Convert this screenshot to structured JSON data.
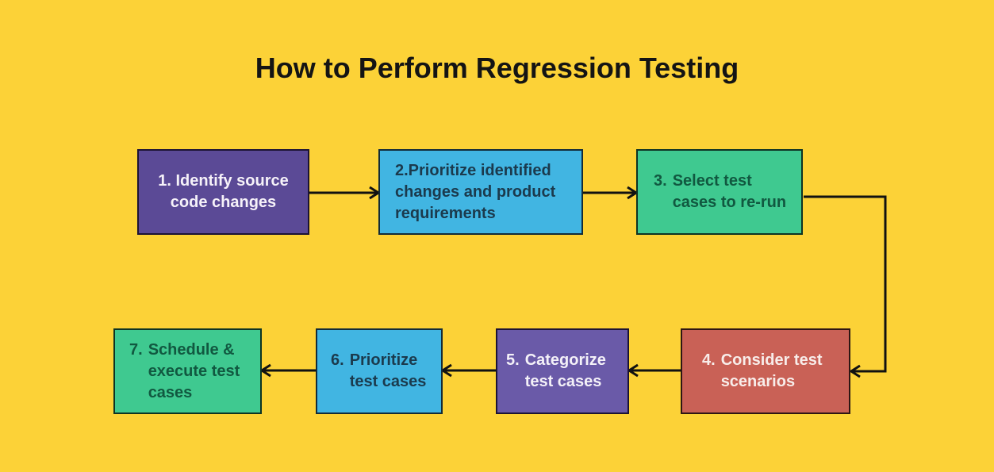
{
  "title": "How to Perform Regression Testing",
  "title_color": "#141414",
  "background_color": "#fcd237",
  "arrows": {
    "color": "#111111",
    "flow": [
      "1-2",
      "2-3",
      "3-4-elbow",
      "4-5",
      "5-6",
      "6-7"
    ]
  },
  "steps": [
    {
      "label": "1. Identify source\ncode changes",
      "bg": "#5b4a96",
      "fg": "#f6f2f9",
      "border": "#1c1333"
    },
    {
      "label": "2.Prioritize identified\nchanges and product\nrequirements",
      "bg": "#41b5e2",
      "fg": "#1b3a4d",
      "border": "#122b38"
    },
    {
      "num": "3.",
      "text": "Select test\ncases to re-run",
      "bg": "#3fc990",
      "fg": "#115840",
      "border": "#0e3323"
    },
    {
      "num": "4.",
      "text": "Consider test\nscenarios",
      "bg": "#c96156",
      "fg": "#f8edea",
      "border": "#2e1613"
    },
    {
      "num": "5.",
      "text": "Categorize\ntest cases",
      "bg": "#6a5aa8",
      "fg": "#f4f1f8",
      "border": "#1c1333"
    },
    {
      "num": "6.",
      "text": "Prioritize\ntest cases",
      "bg": "#41b5e2",
      "fg": "#1b3a4d",
      "border": "#122b38"
    },
    {
      "num": "7.",
      "text": "Schedule &\nexecute test\ncases",
      "bg": "#3fc990",
      "fg": "#115840",
      "border": "#0e3323"
    }
  ]
}
